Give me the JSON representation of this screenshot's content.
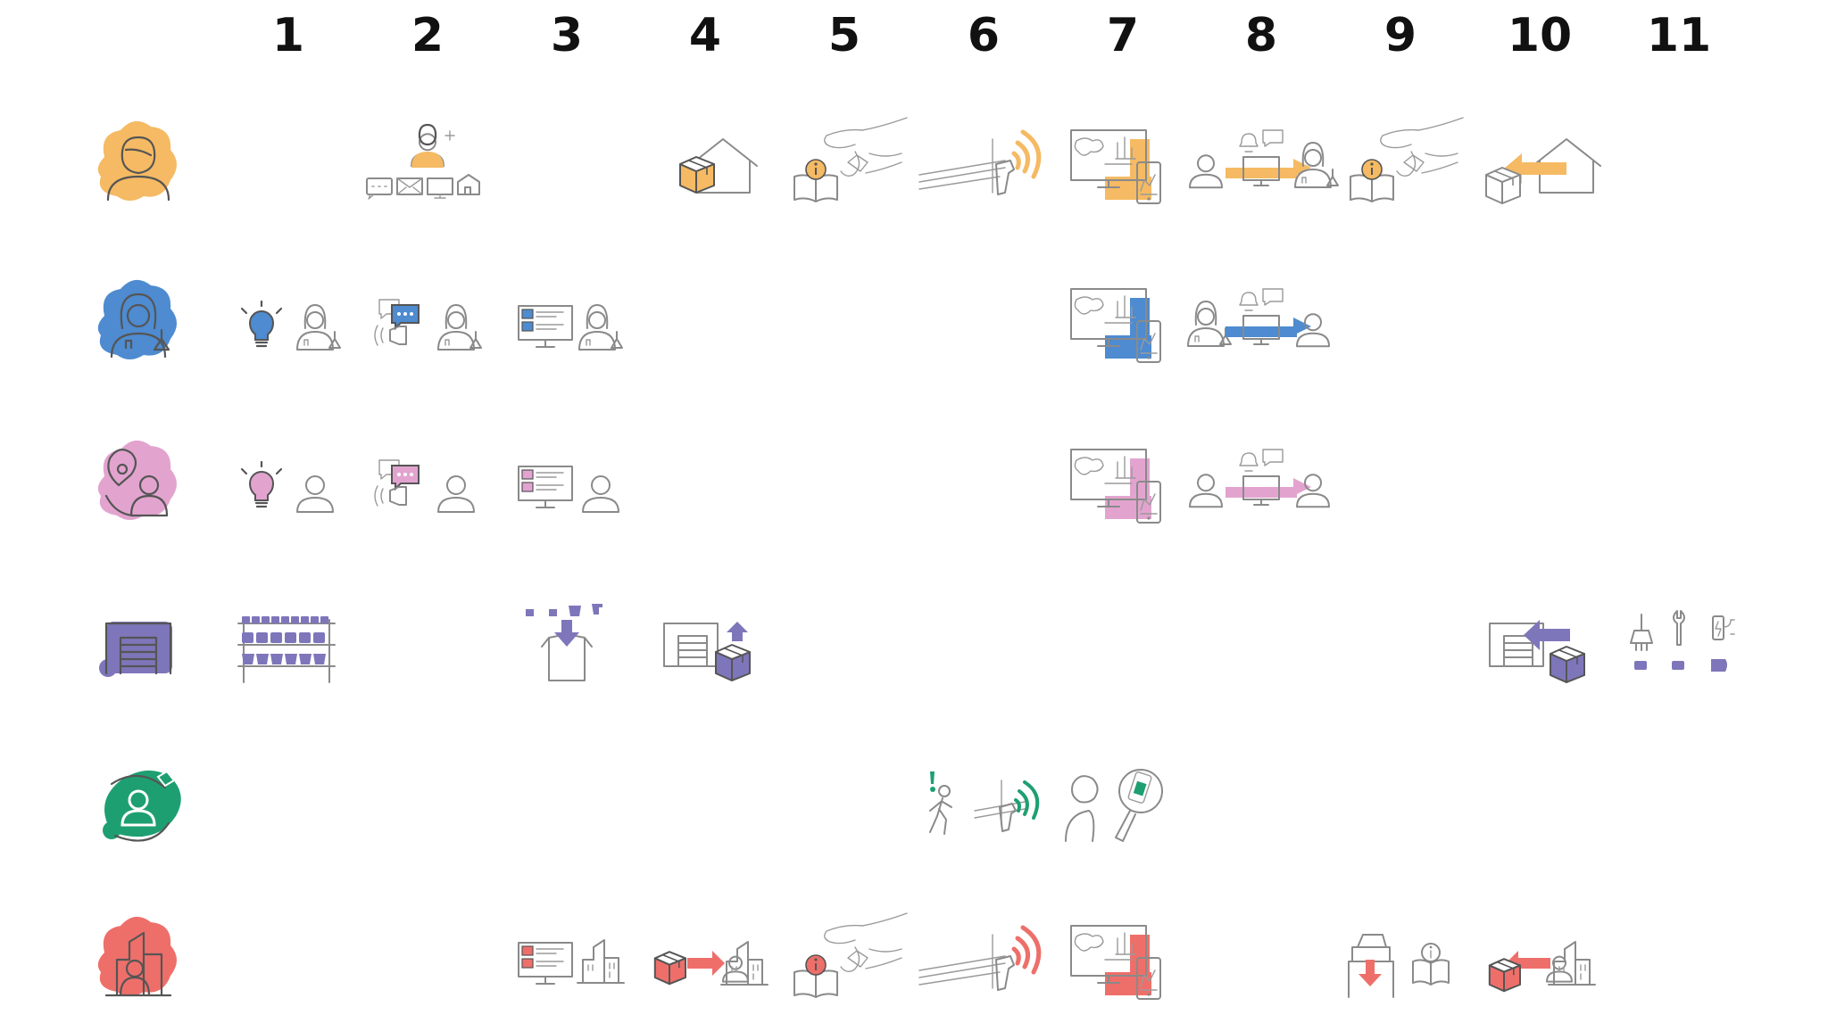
{
  "columns": [
    "1",
    "2",
    "3",
    "4",
    "5",
    "6",
    "7",
    "8",
    "9",
    "10",
    "11"
  ],
  "colors": {
    "customer": "#F5BA63",
    "scientist": "#4E8BD0",
    "field_agent": "#E2A4CF",
    "warehouse": "#7E76BA",
    "courier": "#1E9F72",
    "retailer": "#EE6F6A",
    "line": "#8a8a8a"
  },
  "rows": [
    {
      "actor": "customer",
      "actor_icon": "customer-avatar-icon",
      "cells": [
        {
          "col": 2,
          "icon": "contact-channels-icon"
        },
        {
          "col": 4,
          "icon": "package-home-delivery-icon"
        },
        {
          "col": 5,
          "icon": "info-manual-hand-icon"
        },
        {
          "col": 6,
          "icon": "rfid-scanner-icon"
        },
        {
          "col": 7,
          "icon": "data-dashboard-icon"
        },
        {
          "col": 8,
          "icon": "user-to-scientist-exchange-icon"
        },
        {
          "col": 9,
          "icon": "info-manual-hand-icon"
        },
        {
          "col": 10,
          "icon": "package-return-home-icon"
        }
      ]
    },
    {
      "actor": "scientist",
      "actor_icon": "scientist-avatar-icon",
      "cells": [
        {
          "col": 1,
          "icon": "idea-scientist-icon"
        },
        {
          "col": 2,
          "icon": "chat-scientist-icon"
        },
        {
          "col": 3,
          "icon": "monitor-scientist-icon"
        },
        {
          "col": 7,
          "icon": "data-dashboard-icon"
        },
        {
          "col": 8,
          "icon": "scientist-to-user-exchange-icon"
        }
      ]
    },
    {
      "actor": "field_agent",
      "actor_icon": "field-agent-avatar-icon",
      "cells": [
        {
          "col": 1,
          "icon": "idea-person-icon"
        },
        {
          "col": 2,
          "icon": "chat-person-icon"
        },
        {
          "col": 3,
          "icon": "monitor-person-icon"
        },
        {
          "col": 7,
          "icon": "data-dashboard-icon"
        },
        {
          "col": 8,
          "icon": "person-to-user-exchange-icon"
        }
      ]
    },
    {
      "actor": "warehouse",
      "actor_icon": "warehouse-avatar-icon",
      "cells": [
        {
          "col": 1,
          "icon": "inventory-shelves-icon"
        },
        {
          "col": 3,
          "icon": "packing-box-icon"
        },
        {
          "col": 4,
          "icon": "warehouse-dispatch-icon"
        },
        {
          "col": 10,
          "icon": "warehouse-return-icon"
        },
        {
          "col": 11,
          "icon": "maintenance-tools-icon"
        }
      ]
    },
    {
      "actor": "courier",
      "actor_icon": "courier-avatar-icon",
      "cells": [
        {
          "col": 6,
          "icon": "walker-alert-scanner-icon"
        },
        {
          "col": 7,
          "icon": "person-magnifier-icon"
        }
      ]
    },
    {
      "actor": "retailer",
      "actor_icon": "retailer-avatar-icon",
      "cells": [
        {
          "col": 3,
          "icon": "monitor-building-icon"
        },
        {
          "col": 4,
          "icon": "package-to-building-icon"
        },
        {
          "col": 5,
          "icon": "info-manual-hand-icon"
        },
        {
          "col": 6,
          "icon": "rfid-scanner-icon"
        },
        {
          "col": 7,
          "icon": "data-dashboard-icon"
        },
        {
          "col": 9,
          "icon": "printer-manual-icon"
        },
        {
          "col": 10,
          "icon": "package-return-building-icon"
        }
      ]
    }
  ]
}
